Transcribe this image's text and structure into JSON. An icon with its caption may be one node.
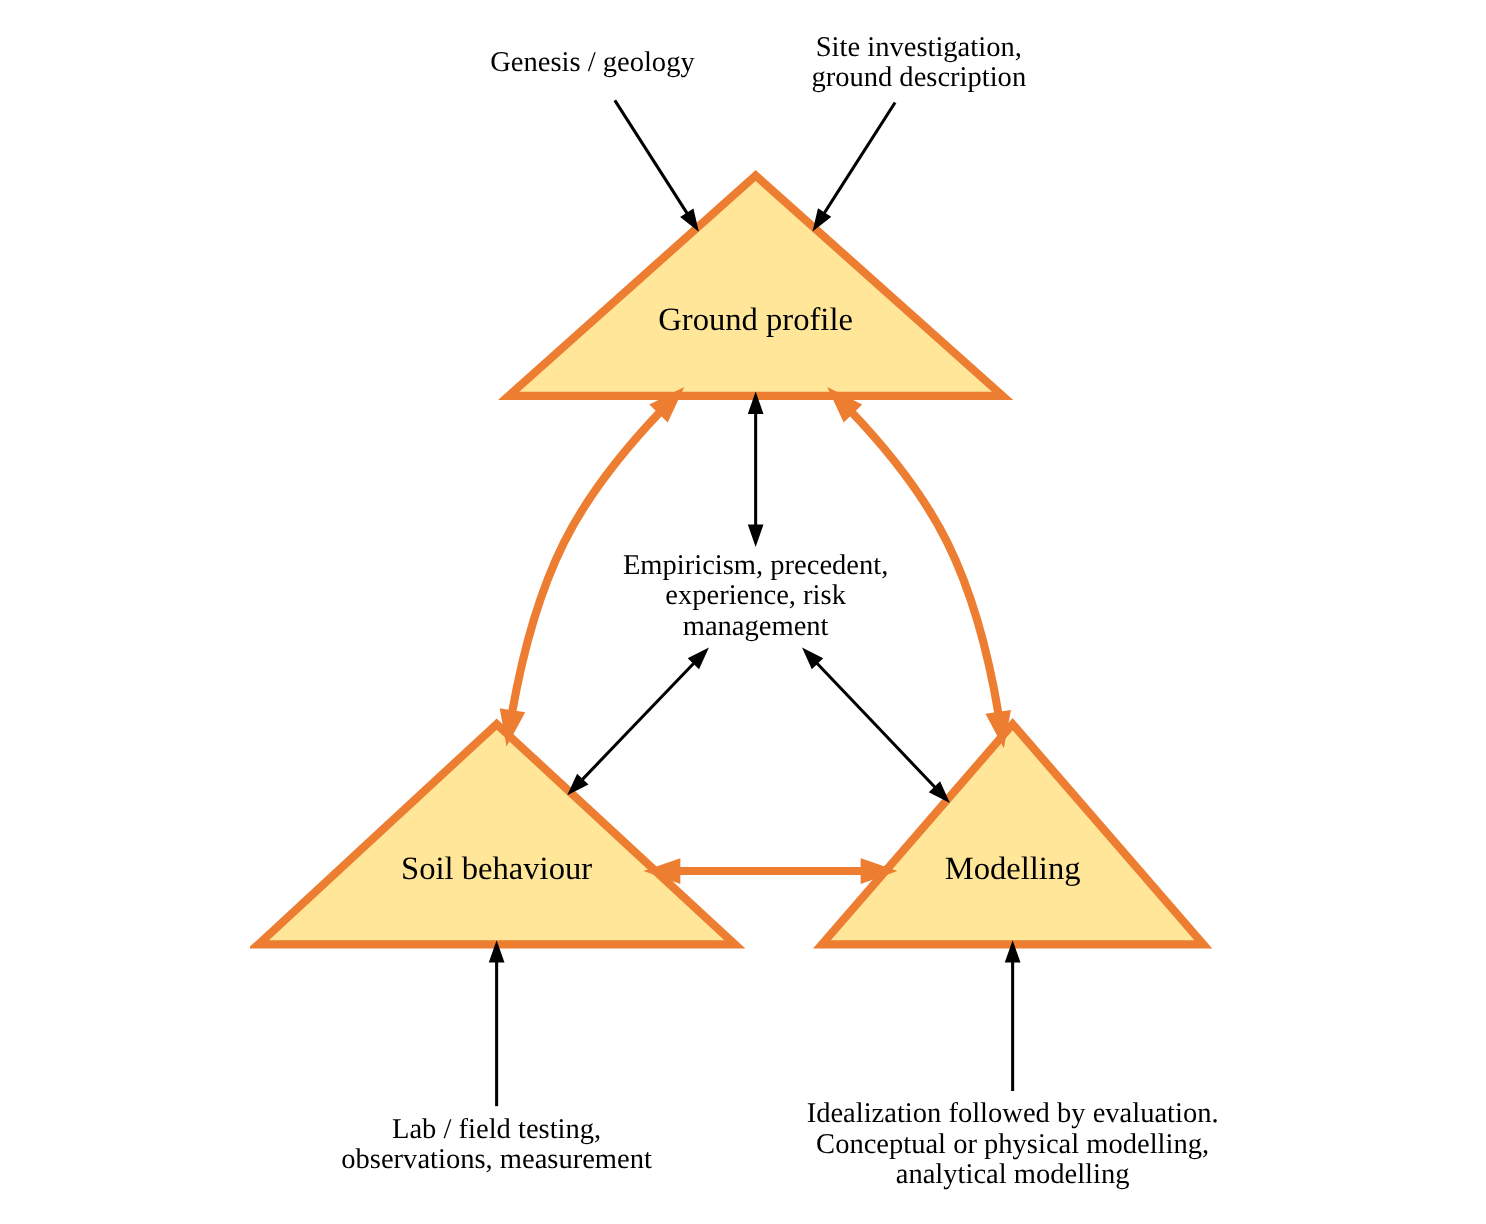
{
  "diagram": {
    "nodes": [
      {
        "text": [
          "Ground profile"
        ]
      },
      {
        "text": [
          "Genesis / geology"
        ]
      },
      {
        "text": [
          "Site investigation, ground description"
        ]
      },
      {
        "text": [
          "Soil behaviour"
        ]
      },
      {
        "text": [
          "Modelling"
        ]
      },
      {
        "text": [
          "Empiricism, precedent, experience, risk management"
        ]
      },
      {
        "text": [
          "Lab / field testing, observations, measurement"
        ]
      },
      {
        "text": [
          "Idealization followed by evaluation. Conceptual or physical modelling, analytical modelling"
        ]
      }
    ],
    "edges": [
      {
        "from": 1,
        "to": 0,
        "arrow": "to"
      },
      {
        "from": 2,
        "to": 0,
        "arrow": "to"
      },
      {
        "from": 0,
        "to": 3,
        "arrow": "both",
        "style": "thick",
        "color": "#ed7d31"
      },
      {
        "from": 0,
        "to": 4,
        "arrow": "both",
        "style": "thick",
        "color": "#ed7d31"
      },
      {
        "from": 3,
        "to": 4,
        "arrow": "both",
        "style": "thick",
        "color": "#ed7d31"
      },
      {
        "from": 5,
        "to": 0,
        "arrow": "both"
      },
      {
        "from": 5,
        "to": 3,
        "arrow": "both"
      },
      {
        "from": 5,
        "to": 4,
        "arrow": "both"
      },
      {
        "from": 6,
        "to": 3,
        "arrow": "to"
      },
      {
        "from": 7,
        "to": 4,
        "arrow": "to"
      }
    ]
  }
}
